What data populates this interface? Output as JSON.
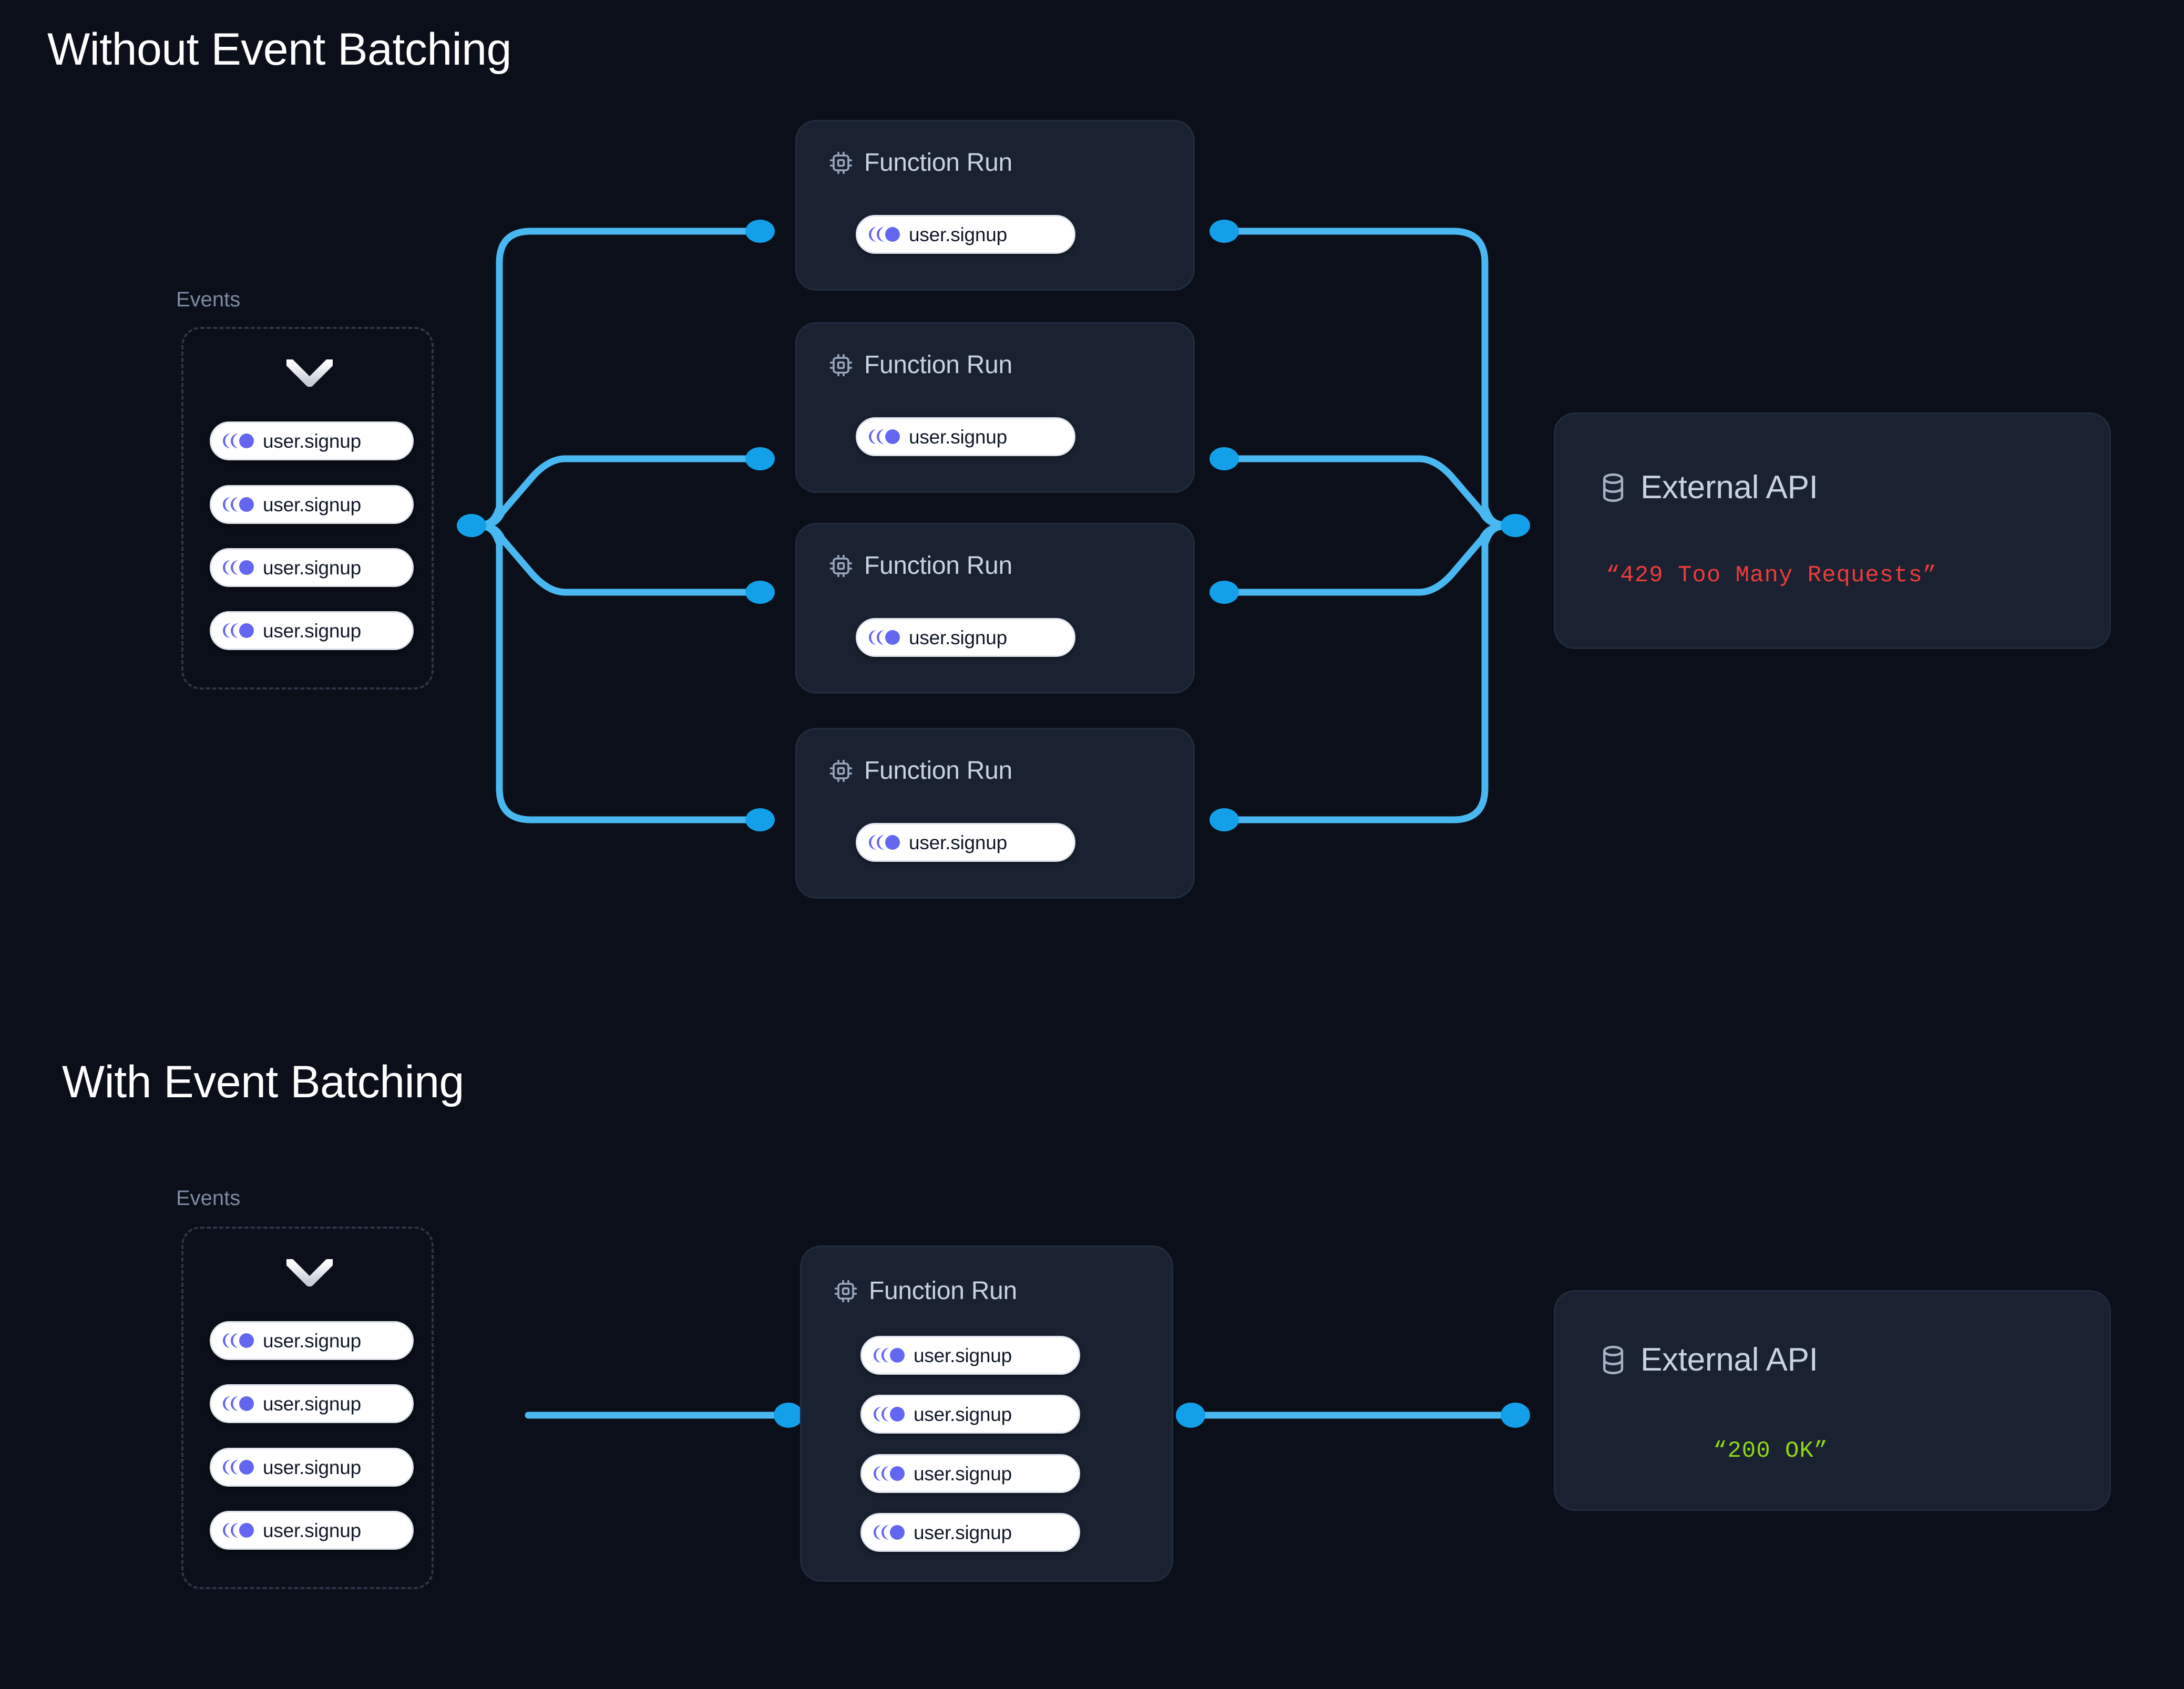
{
  "page": {
    "background_color": "#0b0f19",
    "accent_edge_color": "#4ab8f0",
    "accent_node_color": "#14a0e8",
    "card_fill": "#1a2232",
    "event_icon_color": "#6366f1",
    "error_color": "#ef3b3b",
    "success_color": "#8fd817"
  },
  "sections": [
    {
      "id": "without-batching",
      "title": "Without Event Batching",
      "events": {
        "label": "Events",
        "items": [
          {
            "name": "user.signup"
          },
          {
            "name": "user.signup"
          },
          {
            "name": "user.signup"
          },
          {
            "name": "user.signup"
          }
        ]
      },
      "function_runs": [
        {
          "title": "Function Run",
          "events": [
            "user.signup"
          ]
        },
        {
          "title": "Function Run",
          "events": [
            "user.signup"
          ]
        },
        {
          "title": "Function Run",
          "events": [
            "user.signup"
          ]
        },
        {
          "title": "Function Run",
          "events": [
            "user.signup"
          ]
        }
      ],
      "external_api": {
        "title": "External API",
        "status": "“429 Too Many Requests”",
        "status_kind": "error"
      }
    },
    {
      "id": "with-batching",
      "title": "With Event Batching",
      "events": {
        "label": "Events",
        "items": [
          {
            "name": "user.signup"
          },
          {
            "name": "user.signup"
          },
          {
            "name": "user.signup"
          },
          {
            "name": "user.signup"
          }
        ]
      },
      "function_runs": [
        {
          "title": "Function Run",
          "events": [
            "user.signup",
            "user.signup",
            "user.signup",
            "user.signup"
          ]
        }
      ],
      "external_api": {
        "title": "External API",
        "status": "“200 OK”",
        "status_kind": "ok"
      }
    }
  ],
  "icons": {
    "event": "event-stream-icon",
    "function": "cpu-chip-icon",
    "api": "database-icon",
    "chevron": "chevron-down-icon"
  }
}
